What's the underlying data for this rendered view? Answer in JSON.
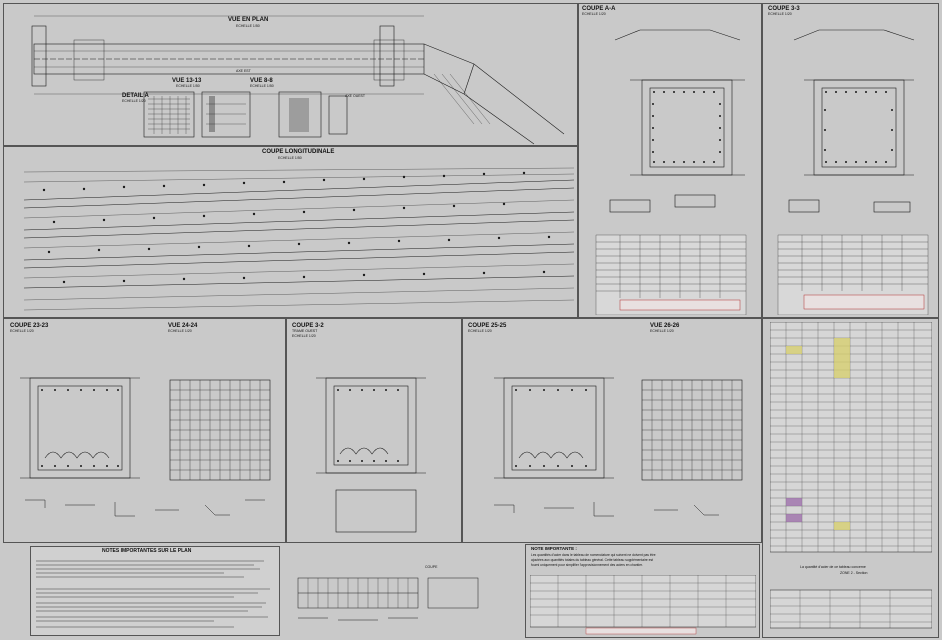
{
  "drawing": {
    "views": {
      "vue_en_plan": {
        "title": "VUE EN PLAN",
        "scale": "ECHELLE 1/50"
      },
      "detail_a": {
        "title": "DETAIL A",
        "scale": "ECHELLE 1/20"
      },
      "vue_13_13": {
        "title": "VUE 13-13",
        "scale": "ECHELLE 1/50"
      },
      "vue_8_8": {
        "title": "VUE 8-8",
        "scale": "ECHELLE 1/50"
      },
      "coupe_longitudinale": {
        "title": "COUPE LONGITUDINALE",
        "scale": "ECHELLE 1/50"
      },
      "coupe_a_a": {
        "title": "COUPE A-A",
        "scale": "ECHELLE 1/20"
      },
      "coupe_3_3": {
        "title": "COUPE 3-3",
        "scale": "ECHELLE 1/20"
      },
      "coupe_23_23": {
        "title": "COUPE 23-23",
        "scale": "ECHELLE 1/20"
      },
      "vue_24_24": {
        "title": "VUE 24-24",
        "scale": "ECHELLE 1/20"
      },
      "coupe_3_2": {
        "title": "COUPE 3-2",
        "subtitle": "TRAME OUEST",
        "scale": "ECHELLE 1/20"
      },
      "coupe_25_25": {
        "title": "COUPE 25-25",
        "scale": "ECHELLE 1/20"
      },
      "vue_26_26": {
        "title": "VUE 26-26",
        "scale": "ECHELLE 1/20"
      }
    },
    "plan_labels": {
      "axe_ouest": "AXE OUEST",
      "axe_est": "AXE EST",
      "coupe_label": "COUPE"
    },
    "notes_plan": {
      "title": "NOTES IMPORTANTES SUR LE PLAN"
    },
    "notes_important": {
      "title": "NOTE IMPORTANTE :",
      "line1": "Les quantités d'acier dans le tableau de nomenclature qui suivent ne doivent pas être",
      "line2": "ajoutées aux quantités totales du tableau général. Cette tableau supplémentaire est",
      "line3": "fourni uniquement pour simplifier l'approvisionnement des aciers en chantier."
    },
    "right_table_footer": {
      "line1": "La quantité d'acier de ce tableau concerne",
      "line2": "ZONE 2 - Section"
    },
    "colors": {
      "background": "#c9c9c9",
      "line": "#1a1a1a",
      "accent_red": "#b03030",
      "highlight_yellow": "#d8d06a",
      "highlight_purple": "#9a6aa8"
    }
  }
}
